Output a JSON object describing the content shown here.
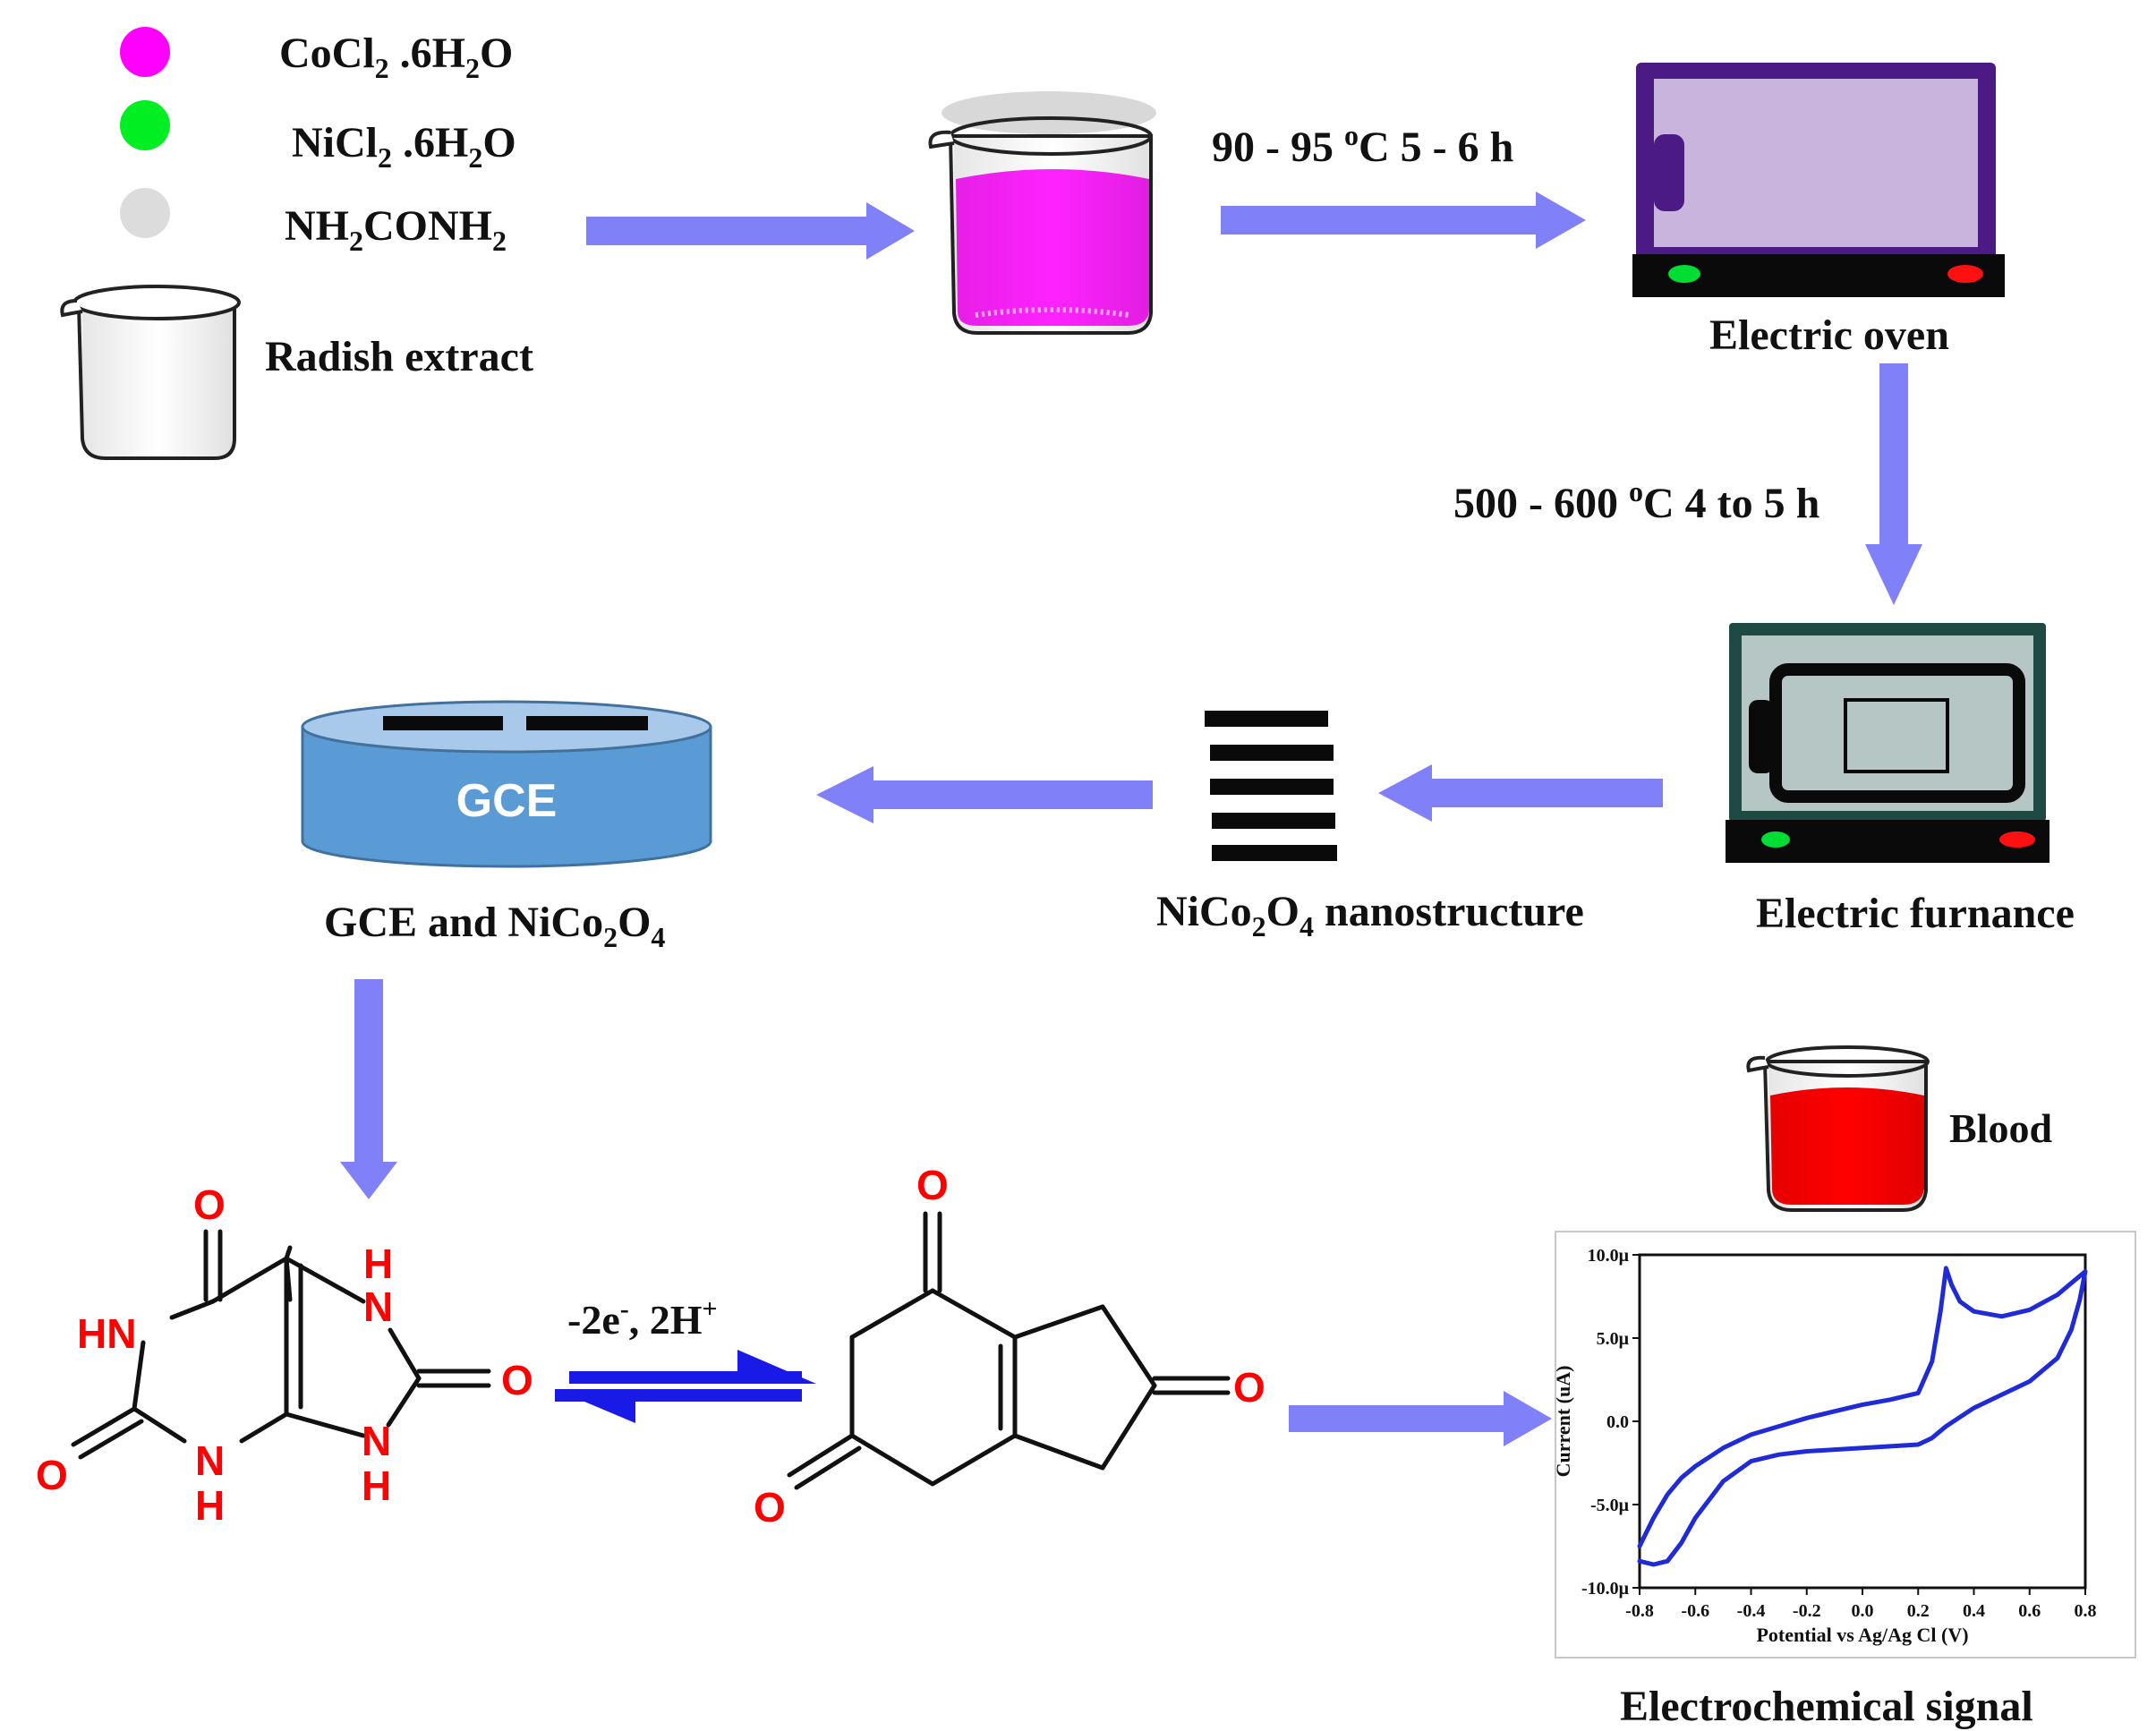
{
  "reagents": {
    "cocl2": {
      "pre": "CoCl",
      "sub1": "2",
      "mid": " .6H",
      "sub2": "2",
      "post": "O"
    },
    "nicl2": {
      "pre": "NiCl",
      "sub1": "2",
      "mid": " .6H",
      "sub2": "2",
      "post": "O"
    },
    "urea": {
      "pre": "NH",
      "sub1": "2",
      "mid": "CONH",
      "sub2": "2"
    },
    "extract": "Radish extract"
  },
  "steps": {
    "heating": {
      "pre": "90 - 95 ",
      "sup": "o",
      "post": "C 5 - 6 h"
    },
    "calcination": {
      "pre": "500 - 600 ",
      "sup": "o",
      "post": "C 4 to 5 h"
    }
  },
  "equipment": {
    "oven_label": "Electric oven",
    "furnace_label": "Electric furnance"
  },
  "materials": {
    "nano": {
      "pre": "NiCo",
      "sub1": "2",
      "mid": "O",
      "sub2": "4",
      "post": " nanostructure"
    },
    "electrode_text": "GCE",
    "electrode_label": {
      "pre": "GCE and NiCo",
      "sub1": "2",
      "mid": "O",
      "sub2": "4"
    }
  },
  "reaction": {
    "electrons": {
      "pre": "-2e",
      "sup1": "-",
      "mid": ", 2H",
      "sup2": "+"
    },
    "uric_acid_atoms": {
      "o_top": "O",
      "hn": "HN",
      "o_left": "O",
      "n_bottom": "N",
      "h_bottom": "H",
      "n_top_h": "H",
      "n_top": "N",
      "n_right": "N",
      "h_right": "H",
      "o_right": "O"
    },
    "product_atoms": {
      "o_top": "O",
      "o_left": "O",
      "o_right": "O"
    }
  },
  "sample": {
    "label": "Blood"
  },
  "signal_label": "Electrochemical signal",
  "colors": {
    "arrow": "#8080f8",
    "cobalt": "#ff00ff",
    "nickel": "#00ee22",
    "urea": "#dcdcdc",
    "solution": "#ff22ff",
    "blood": "#ff0000",
    "oven_frame": "#4b1a85",
    "oven_window": "#c8b4dc",
    "furnace_frame": "#1f4a44",
    "furnace_body": "#b6c6c4",
    "electrode": "#5b9bd5",
    "heteroatom": "#ff0000",
    "cv_curve": "#1f2bd6",
    "eq_arrow": "#1a1ae6"
  },
  "chart_data": {
    "type": "line",
    "title": "",
    "xlabel": "Potential vs Ag/Ag Cl (V)",
    "ylabel": "Current (uA)",
    "xlim": [
      -0.8,
      0.8
    ],
    "ylim": [
      -1e-05,
      1e-05
    ],
    "xticks": [
      -0.8,
      -0.6,
      -0.4,
      -0.2,
      0.0,
      0.2,
      0.4,
      0.6,
      0.8
    ],
    "xtick_labels": [
      "-0.8",
      "-0.6",
      "-0.4",
      "-0.2",
      "0.0",
      "0.2",
      "0.4",
      "0.6",
      "0.8"
    ],
    "yticks": [
      1e-05,
      5e-06,
      0,
      -5e-06,
      -1e-05
    ],
    "ytick_labels": [
      "10.0μ",
      "5.0μ",
      "0.0",
      "-5.0μ",
      "-10.0μ"
    ],
    "grid": false,
    "series": [
      {
        "x": [
          -0.8,
          -0.75,
          -0.7,
          -0.65,
          -0.6,
          -0.5,
          -0.4,
          -0.3,
          -0.2,
          -0.1,
          0.0,
          0.1,
          0.2,
          0.25,
          0.28,
          0.3,
          0.32,
          0.35,
          0.4,
          0.5,
          0.6,
          0.7,
          0.75,
          0.8,
          0.78,
          0.75,
          0.7,
          0.6,
          0.5,
          0.4,
          0.3,
          0.25,
          0.2,
          0.1,
          0.0,
          -0.1,
          -0.2,
          -0.3,
          -0.4,
          -0.5,
          -0.6,
          -0.65,
          -0.7,
          -0.75,
          -0.8
        ],
        "y": [
          -7.5e-06,
          -5.8e-06,
          -4.4e-06,
          -3.4e-06,
          -2.7e-06,
          -1.6e-06,
          -8e-07,
          -3e-07,
          2e-07,
          6e-07,
          1e-06,
          1.3e-06,
          1.7e-06,
          3.6e-06,
          6.6e-06,
          9.2e-06,
          8.2e-06,
          7.2e-06,
          6.6e-06,
          6.3e-06,
          6.7e-06,
          7.6e-06,
          8.3e-06,
          9e-06,
          7.3e-06,
          5.5e-06,
          3.8e-06,
          2.4e-06,
          1.6e-06,
          8e-07,
          -3e-07,
          -1e-06,
          -1.4e-06,
          -1.5e-06,
          -1.6e-06,
          -1.7e-06,
          -1.8e-06,
          -2e-06,
          -2.4e-06,
          -3.6e-06,
          -5.8e-06,
          -7.3e-06,
          -8.4e-06,
          -8.6e-06,
          -8.4e-06
        ]
      }
    ]
  }
}
